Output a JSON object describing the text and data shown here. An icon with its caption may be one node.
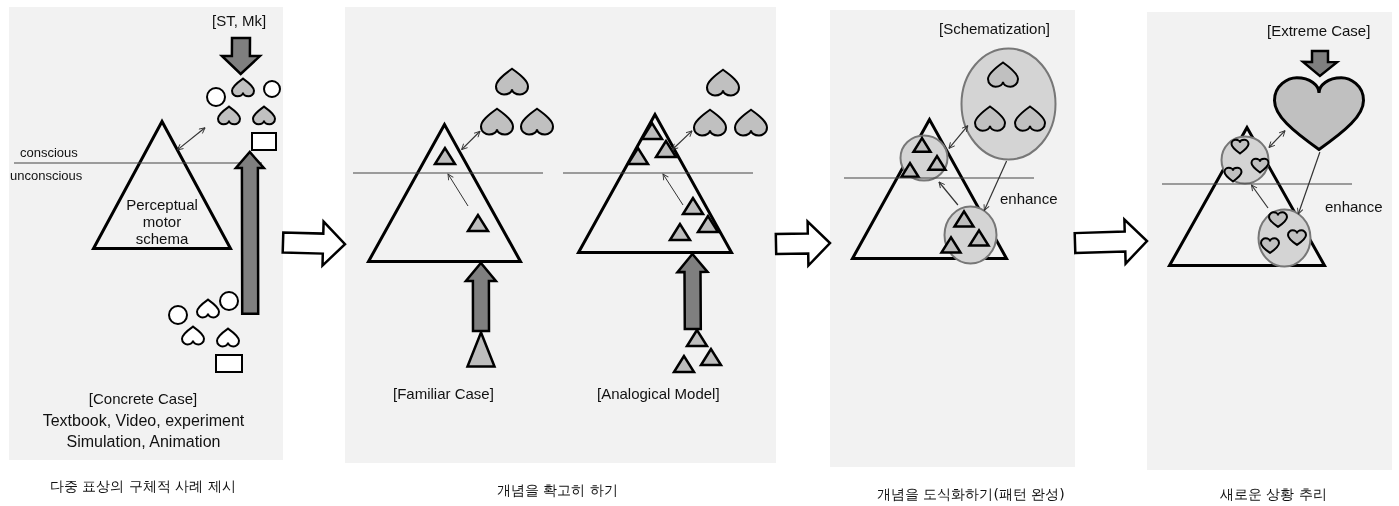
{
  "diagram": {
    "nodes": [
      {
        "text": [
          "[ST, Mk]",
          "[Concrete Case]",
          "Textbook, Video, experiment Simulation, Animation"
        ],
        "beside": [
          "다중 표상의 구체적 사례 제시"
        ]
      },
      {
        "text": [
          "Perceptual motor schema"
        ],
        "in": 0
      },
      {
        "text": [],
        "shape": "picture",
        "in": 0
      },
      {
        "text": [],
        "shape": "picture",
        "in": 0
      },
      {
        "text": [
          "[Familiar Case]",
          "[Analogical  Model]"
        ],
        "beside": [
          "개념을 확고히 하기"
        ]
      },
      {
        "text": [],
        "shape": "triangle",
        "in": 4
      },
      {
        "text": [],
        "shape": "picture",
        "in": 4
      },
      {
        "text": [],
        "shape": "triangle",
        "in": 4
      },
      {
        "text": [],
        "shape": "triangle",
        "in": 4
      },
      {
        "text": [],
        "shape": "picture",
        "in": 4
      },
      {
        "text": [],
        "shape": "picture",
        "in": 4
      },
      {
        "text": [
          "[Schematization]"
        ],
        "beside": [
          "개념을 도식화하기(패턴 완성)"
        ]
      },
      {
        "text": [],
        "shape": "triangle",
        "in": 11
      },
      {
        "text": [],
        "shape": "circle",
        "in": 12
      },
      {
        "text": [],
        "shape": "circle",
        "in": 12
      },
      {
        "text": [],
        "shape": "circle",
        "in": 11
      },
      {
        "text": [
          "[Extreme Case]"
        ],
        "beside": [
          "새로운 상황 추리"
        ]
      },
      {
        "text": [],
        "shape": "triangle",
        "in": 16
      },
      {
        "text": [],
        "shape": "circle",
        "in": 17
      },
      {
        "text": [],
        "shape": "circle",
        "in": 17
      },
      {
        "text": [],
        "shape": "heart",
        "in": 16
      }
    ],
    "edges": [
      {
        "from": null,
        "to": 2,
        "arrow": "to",
        "style": "thick",
        "color": "#7f7f7f"
      },
      {
        "from": 3,
        "to": 2,
        "arrow": "to",
        "style": "thick",
        "color": "#7f7f7f"
      },
      {
        "from": 1,
        "to": 2,
        "arrow": "both"
      },
      {
        "from": 5,
        "to": 6,
        "arrow": "both"
      },
      {
        "from": 7,
        "to": 5,
        "arrow": "to",
        "style": "thick",
        "color": "#7f7f7f"
      },
      {
        "from": 8,
        "to": 9,
        "arrow": "both"
      },
      {
        "from": 10,
        "to": 8,
        "arrow": "to",
        "style": "thick",
        "color": "#7f7f7f"
      },
      {
        "from": 15,
        "to": 14,
        "arrow": "to",
        "label": "enhance"
      },
      {
        "from": 15,
        "to": 13,
        "arrow": "both"
      },
      {
        "from": 14,
        "to": 13,
        "arrow": "to"
      },
      {
        "from": null,
        "to": 20,
        "arrow": "to",
        "style": "thick",
        "color": "#7f7f7f"
      },
      {
        "from": 20,
        "to": 19,
        "arrow": "to",
        "label": "enhance"
      },
      {
        "from": 20,
        "to": 18,
        "arrow": "both"
      },
      {
        "from": 19,
        "to": 18,
        "arrow": "to"
      },
      {
        "from": 0,
        "to": 4,
        "arrow": "to",
        "style": "thick"
      },
      {
        "from": 4,
        "to": 11,
        "arrow": "to",
        "style": "thick"
      },
      {
        "from": 11,
        "to": 16,
        "arrow": "to",
        "style": "thick"
      }
    ],
    "labels": [
      "conscious",
      "unconscious"
    ]
  }
}
